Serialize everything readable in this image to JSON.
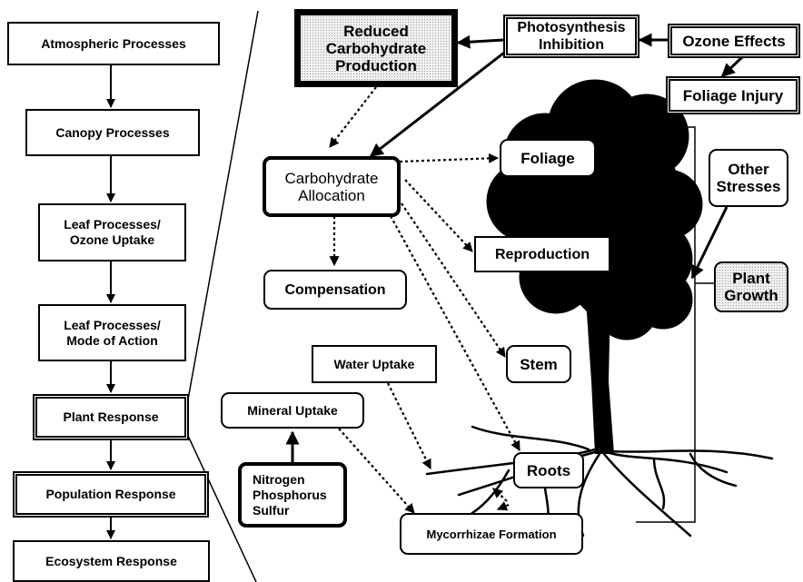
{
  "left_chain": [
    "Atmospheric Processes",
    "Canopy Processes",
    "Leaf Processes/\nOzone Uptake",
    "Leaf Processes/\nMode of Action",
    "Plant Response",
    "Population Response",
    "Ecosystem Response"
  ],
  "nodes": {
    "reduced_carbohydrate": "Reduced\nCarbohydrate\nProduction",
    "photosynthesis_inhibition": "Photosynthesis\nInhibition",
    "ozone_effects": "Ozone Effects",
    "foliage_injury": "Foliage Injury",
    "carbohydrate_allocation": "Carbohydrate\nAllocation",
    "foliage": "Foliage",
    "other_stresses": "Other\nStresses",
    "reproduction": "Reproduction",
    "plant_growth": "Plant\nGrowth",
    "compensation": "Compensation",
    "water_uptake": "Water Uptake",
    "stem": "Stem",
    "mineral_uptake": "Mineral Uptake",
    "roots": "Roots",
    "nutrients": "Nitrogen\nPhosphorus\nSulfur",
    "mycorrhizae": "Mycorrhizae Formation"
  },
  "colors": {
    "ink": "#000000",
    "paper": "#ffffff",
    "grain": "#f1f1f1"
  },
  "icons": {
    "tree": "tree-silhouette"
  }
}
